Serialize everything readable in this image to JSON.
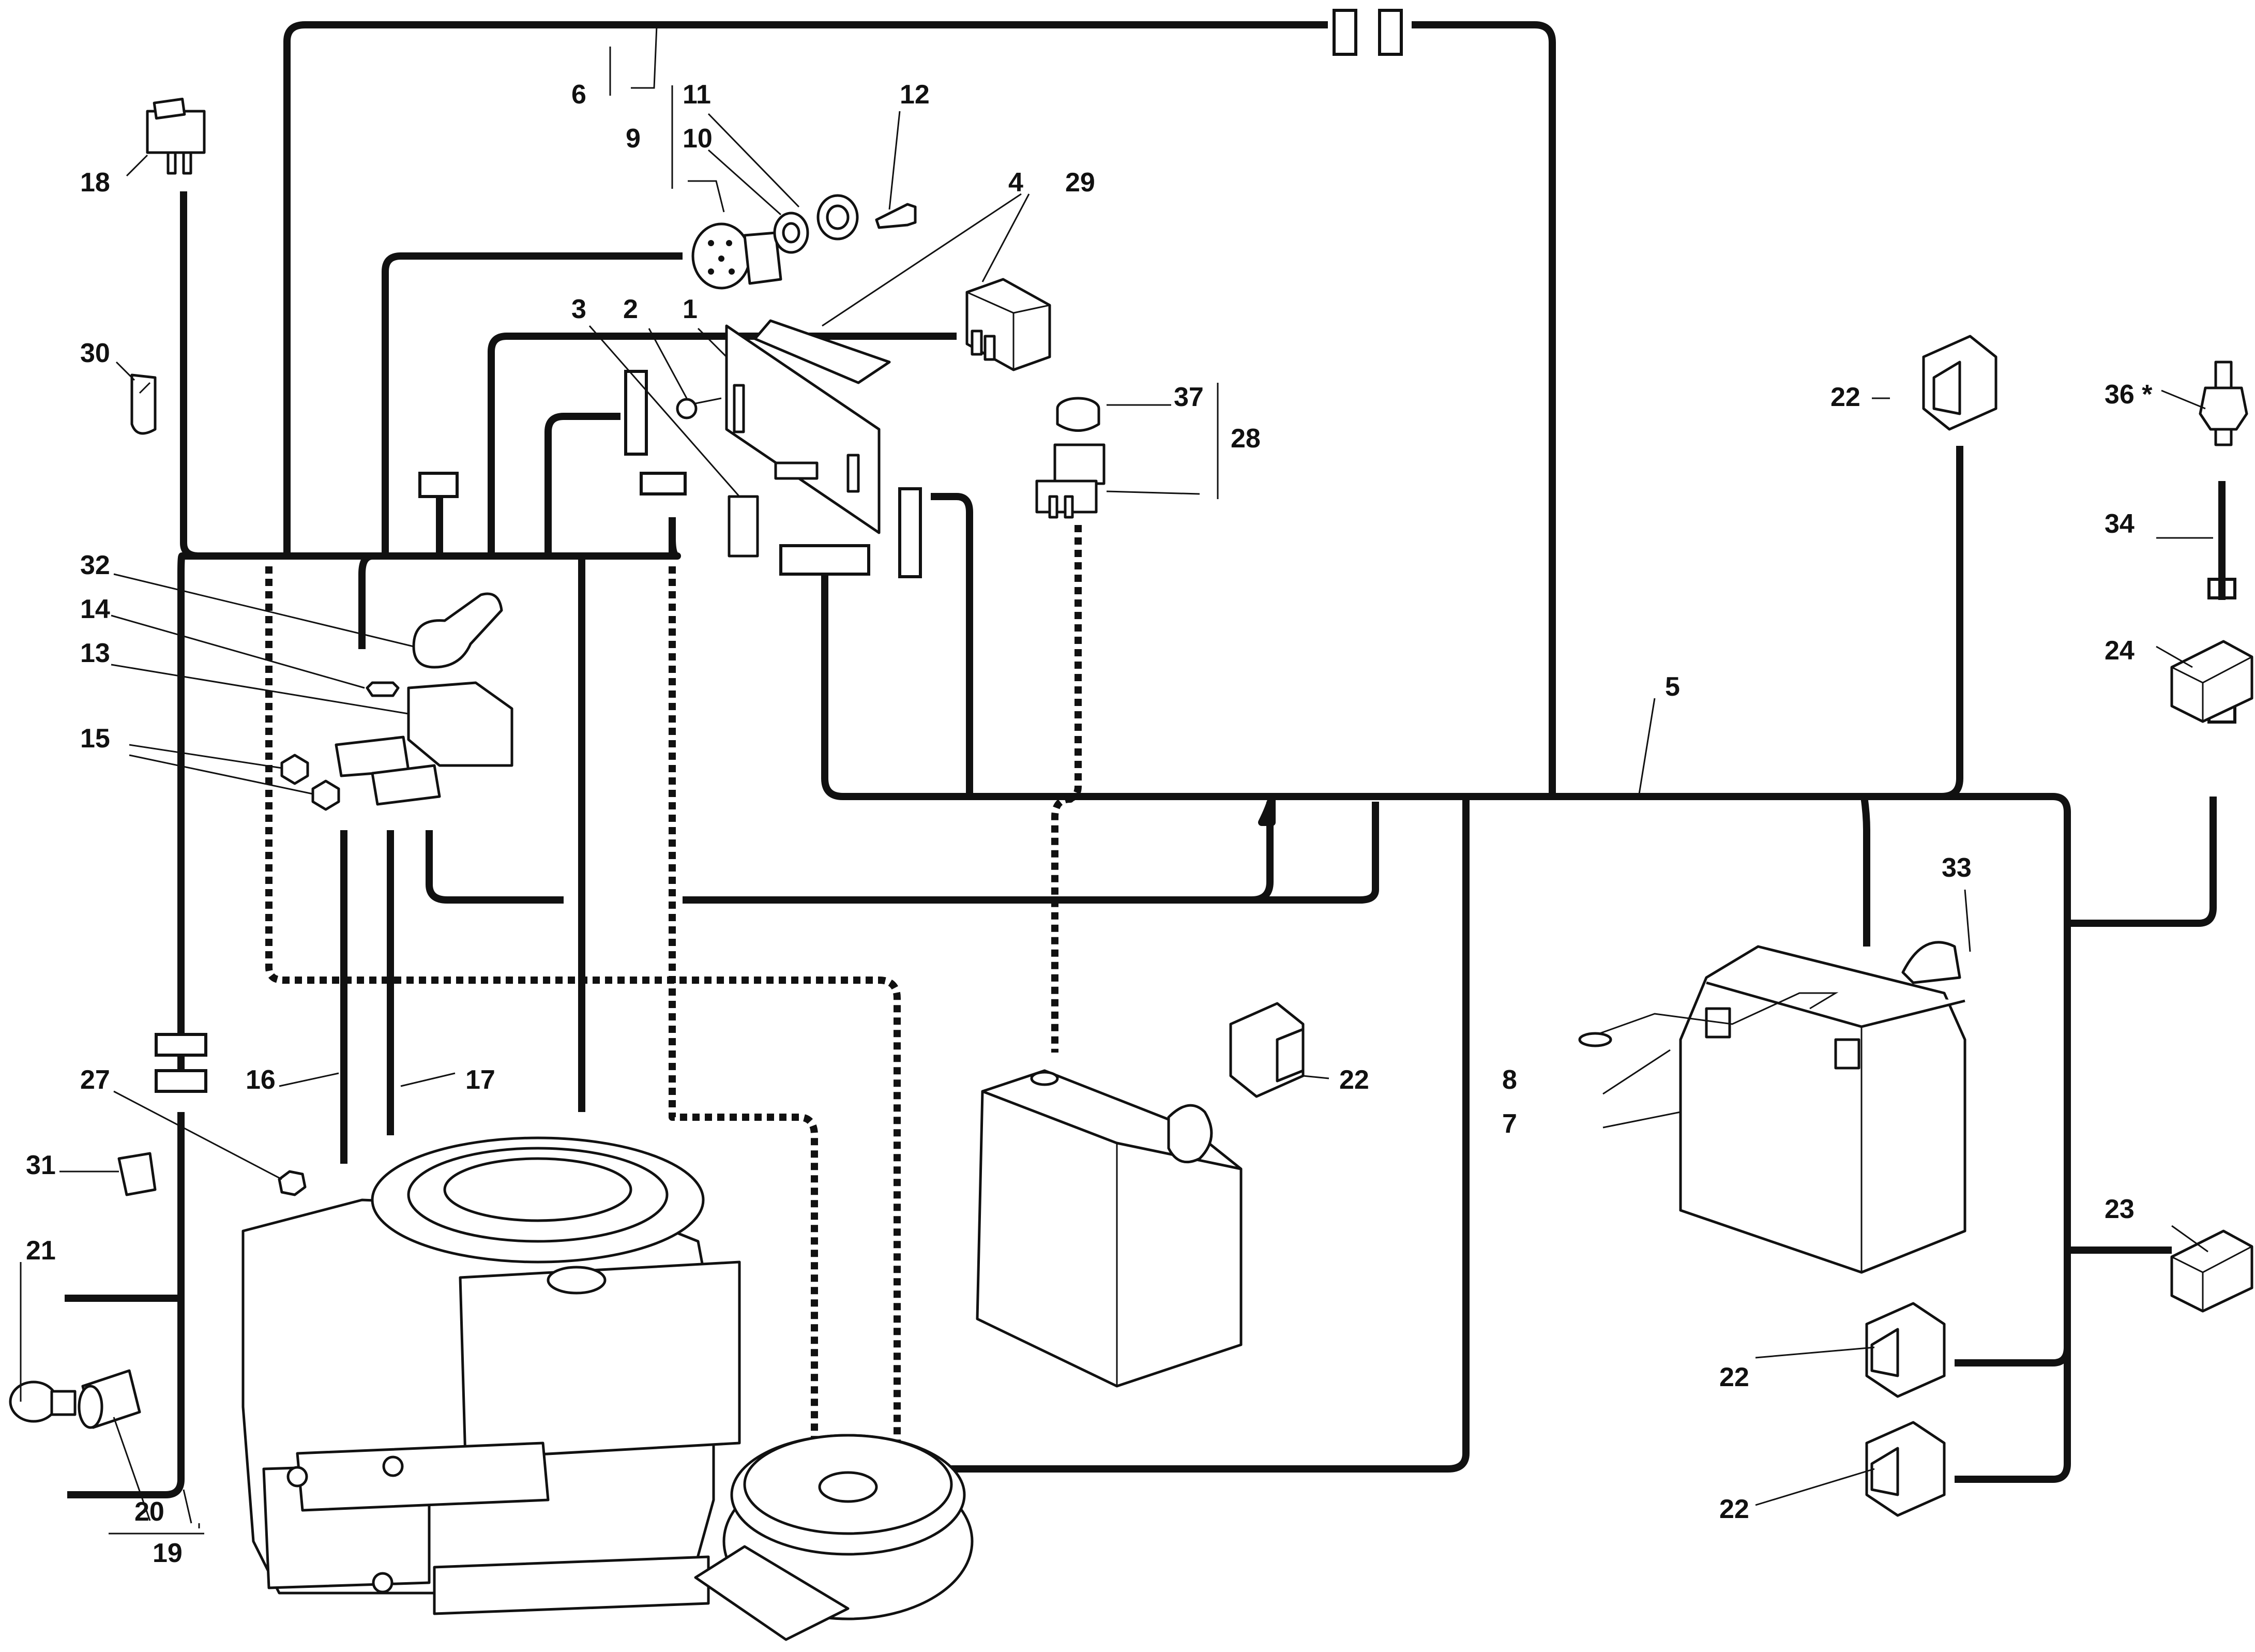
{
  "callouts": {
    "c1": "1",
    "c2": "2",
    "c3": "3",
    "c4": "4",
    "c5": "5",
    "c6": "6",
    "c7": "7",
    "c8": "8",
    "c9": "9",
    "c10": "10",
    "c11": "11",
    "c12": "12",
    "c13": "13",
    "c14": "14",
    "c15": "15",
    "c16": "16",
    "c17": "17",
    "c18": "18",
    "c19": "19",
    "c20": "20",
    "c21": "21",
    "c22a": "22",
    "c22b": "22",
    "c22c": "22",
    "c22d": "22",
    "c23": "23",
    "c24": "24",
    "c27": "27",
    "c28": "28",
    "c29": "29",
    "c30": "30",
    "c31": "31",
    "c32": "32",
    "c33": "33",
    "c34": "34",
    "c36": "36 *",
    "c37": "37"
  }
}
